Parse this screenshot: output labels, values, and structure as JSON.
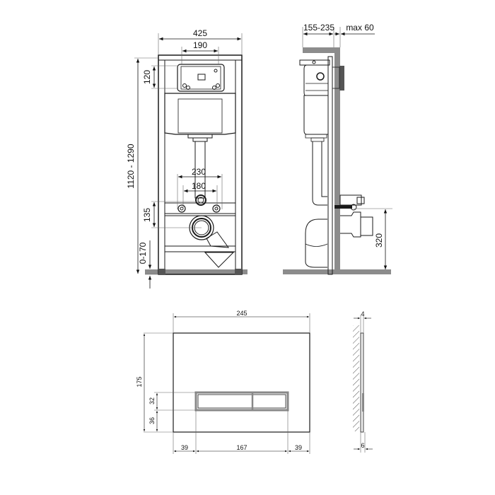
{
  "front_view": {
    "dims": {
      "frame_width": "425",
      "panel_width": "190",
      "panel_height": "120",
      "total_height": "1120 - 1290",
      "inlet_spacing_outer": "230",
      "inlet_spacing_inner": "180",
      "drain_height": "135",
      "foot_adjust": "0-170"
    }
  },
  "side_view": {
    "dims": {
      "wall_depth": "155-235",
      "wall_max": "max 60",
      "outlet_height": "320"
    }
  },
  "flush_plate_front": {
    "dims": {
      "width": "245",
      "height": "175",
      "button_height": "32",
      "button_bottom_offset": "36",
      "left_margin": "39",
      "button_width": "167",
      "right_margin": "39"
    }
  },
  "flush_plate_side": {
    "dims": {
      "thickness_top": "4",
      "thickness_bottom": "6"
    }
  },
  "colors": {
    "line": "#1a1a1a",
    "wall_gray": "#8c8c8c",
    "dim_line": "#333333"
  }
}
